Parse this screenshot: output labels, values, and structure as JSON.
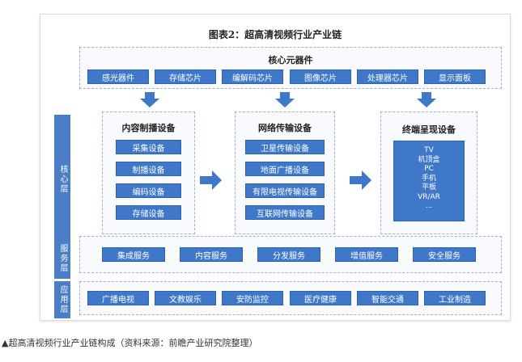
{
  "title": "图表2：超高清视频行业产业链",
  "caption": "▲超高清视频行业产业链构成（资料来源：前瞻产业研究院整理）",
  "colors": {
    "accent": "#3f78c9",
    "label_bg": "#4a7fc8",
    "dashed_border": "#9fb3cc"
  },
  "layers": {
    "core": "核心层",
    "service": "服务层",
    "application": "应用层"
  },
  "components": {
    "heading": "核心元器件",
    "items": [
      "感光器件",
      "存储芯片",
      "编解码芯片",
      "图像芯片",
      "处理器芯片",
      "显示面板"
    ]
  },
  "content_production": {
    "heading": "内容制播设备",
    "items": [
      "采集设备",
      "制播设备",
      "编码设备",
      "存储设备"
    ]
  },
  "network_transmission": {
    "heading": "网络传输设备",
    "items": [
      "卫星传输设备",
      "地面广播设备",
      "有限电视传输设备",
      "互联网传输设备"
    ]
  },
  "terminal_display": {
    "heading": "终端呈现设备",
    "items": [
      "TV",
      "机顶盒",
      "PC",
      "手机",
      "平板",
      "VR/AR",
      "..."
    ]
  },
  "services": {
    "items": [
      "集成服务",
      "内容服务",
      "分发服务",
      "增值服务",
      "安全服务"
    ]
  },
  "applications": {
    "items": [
      "广播电视",
      "文教娱乐",
      "安防监控",
      "医疗健康",
      "智能交通",
      "工业制造"
    ]
  }
}
